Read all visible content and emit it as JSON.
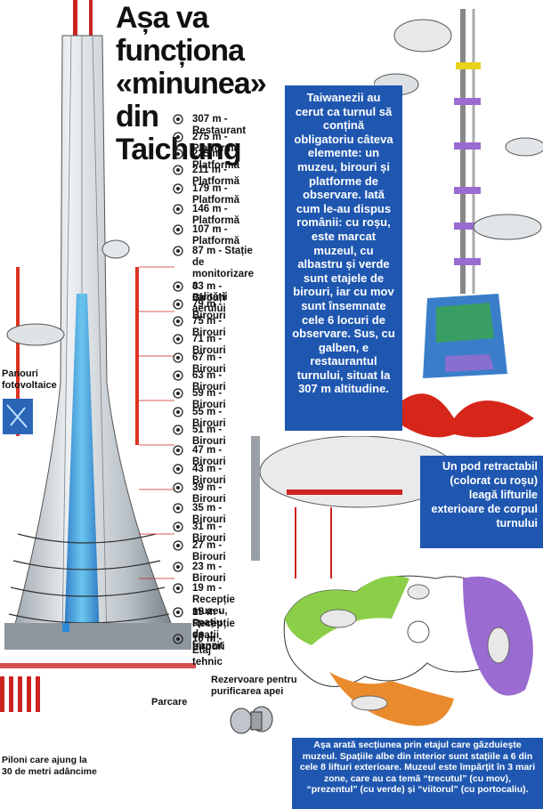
{
  "title": {
    "line1": "Așa va funcționa",
    "line2": "«minunea» din",
    "line3": "Taichung"
  },
  "levels": [
    {
      "label": "307 m - Restaurant"
    },
    {
      "label": "275 m - Platformă"
    },
    {
      "label": "235 m - Platformă"
    },
    {
      "label": "211 m - Platformă"
    },
    {
      "label": "179 m - Platformă"
    },
    {
      "label": "146 m - Platformă"
    },
    {
      "label": "107 m - Platformă"
    },
    {
      "label": "87 m - Stație de\nmonitorizare a\ncalității aerului"
    },
    {
      "label": "83 m - Birouri"
    },
    {
      "label": "79 m - Birouri"
    },
    {
      "label": "75 m - Birouri"
    },
    {
      "label": "71 m - Birouri"
    },
    {
      "label": "67 m - Birouri"
    },
    {
      "label": "63 m - Birouri"
    },
    {
      "label": "59 m - Birouri"
    },
    {
      "label": "55 m - Birouri"
    },
    {
      "label": "51 m - Birouri"
    },
    {
      "label": "47 m - Birouri"
    },
    {
      "label": "43 m - Birouri"
    },
    {
      "label": "39 m - Birouri"
    },
    {
      "label": "35 m - Birouri"
    },
    {
      "label": "31 m - Birouri"
    },
    {
      "label": "27 m - Birouri"
    },
    {
      "label": "23 m - Birouri"
    },
    {
      "label": "19 m - Recepție muzeu,\nspațiu de tranzit"
    },
    {
      "label": "15 m - Recepție\nspații birouri"
    },
    {
      "label": "10 m - Etaj tehnic"
    }
  ],
  "boxes": {
    "intro": "Taiwanezii au cerut ca turnul să conțină obligatoriu câteva elemente: un muzeu, birouri și platforme de observare. Iată cum le-au dispus românii: cu roșu, este marcat muzeul, cu albastru și verde sunt etajele de birouri, iar cu mov sunt însemnate cele 6 locuri de observare. Sus, cu galben, e restaurantul turnului, situat la 307 m altitudine.",
    "bridge": "Un pod retractabil (colorat cu roșu) leagă lifturile exterioare de corpul turnului",
    "museum": "Așa arată secțiunea prin etajul care găzduiește muzeul. Spațiile albe din interior sunt stațiile a 6 din cele 8 lifturi exterioare. Muzeul este împărțit în 3 mari zone, care au ca temă “trecutul” (cu mov), “prezentul” (cu verde) și “viitorul” (cu portocaliu)."
  },
  "captions": {
    "panels": "Panouri\nfotovoltaice",
    "tanks": "Rezervoare pentru\npurificarea apei",
    "parking": "Parcare",
    "piles": "Piloni care ajung la\n30 de metri adâncime"
  },
  "colors": {
    "box_blue": "#1f57b0",
    "museum_red": "#d6261a",
    "office_blue": "#2f9be0",
    "office_green": "#3aa64a",
    "platform_purple": "#9a6bd1",
    "restaurant_yellow": "#e8d21a",
    "museum_orange": "#e98b2d"
  }
}
